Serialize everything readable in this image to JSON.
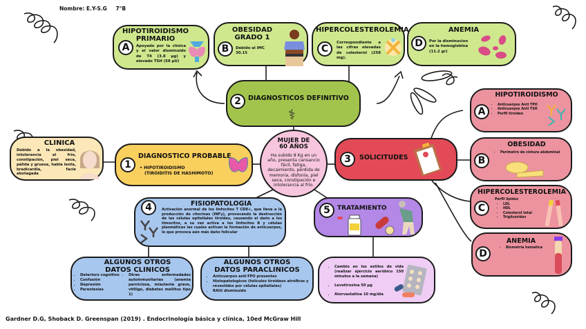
{
  "header": {
    "name_label": "Nombre: E.Y-S.G",
    "grade": "7°B"
  },
  "center": {
    "title_line1": "MUJER DE",
    "title_line2": "60 AÑOS",
    "text": "Ha subido 8 Kg en un año, presenta cansancio fácil, fatiga, decaimiento, pérdida de memoria, disfonía, piel seca, constipación e intolerancia al frío."
  },
  "clinica": {
    "title": "CLINICA",
    "text": "Debido a la obesidad, intolerancia al frío, constipación, piel seca, pálida y gruesa, habla lenta, bradicardia, facie abotagada"
  },
  "dx_probable": {
    "number": "1",
    "title": "DIAGNOSTICO PROBABLE",
    "item_line1": "HIPOTIROIDISMO",
    "item_line2": "(TIROIDITIS DE HASHIMOTO)"
  },
  "dx_definitivo": {
    "number": "2",
    "title": "DIAGNOSTICOS DEFINITIVO",
    "items": [
      {
        "letter": "A",
        "title_line1": "HIPOTIROIDISMO",
        "title_line2": "PRIMARIO",
        "text": "Apoyado por la clínica y el valor disminuido de T4 (3.8 µg) y elevado TSH (58 µU)"
      },
      {
        "letter": "B",
        "title_line1": "OBESIDAD",
        "title_line2": "GRADO 1",
        "text": "Debido al IMC 30.15"
      },
      {
        "letter": "C",
        "title_line1": "HIPERCOLESTEROLEMIA",
        "title_line2": "",
        "text": "Correspondiente a las cifras elevadas de colesterol (258 mg)."
      },
      {
        "letter": "D",
        "title_line1": "ANEMIA",
        "title_line2": "",
        "text": "Por la disminucion en la hemoglobina (11.2 gr)"
      }
    ]
  },
  "solicitudes": {
    "number": "3",
    "title": "SOLICITUDES",
    "items": [
      {
        "letter": "A",
        "title": "HIPOTIROIDISMO",
        "bullets": [
          "Anticuerpos Anti TPO",
          "Anticuerpos Anti TSH",
          "Perfil tiroideo"
        ]
      },
      {
        "letter": "B",
        "title": "OBESIDAD",
        "bullets": [
          "Perímetro de cintura abdominal"
        ]
      },
      {
        "letter": "C",
        "title": "HIPERCOLESTEROLEMIA",
        "subtitle": "Perfil lípidos",
        "bullets": [
          "LDL",
          "HDL",
          "Colesterol total",
          "Triglicéridos"
        ]
      },
      {
        "letter": "D",
        "title": "ANEMIA",
        "bullets": [
          "Biometría hematica"
        ]
      }
    ]
  },
  "fisiopatologia": {
    "number": "4",
    "title": "FISIOPATOLOGIA",
    "text": "Activación anormal de los linfocitos T CD8+, que lleva a la producción de citocinas (INFγ), provocando la destrucción de las células epiteliales tiroides, causando el daño a los timocitos, a su vez activa a los linfocitos B y células plasmáticas las cuales activan la formación de anticuerpos, lo que provoca aún más daño folicular"
  },
  "otros_clinicos": {
    "title_line1": "ALGUNOS OTROS",
    "title_line2": "DATOS CLINICOS",
    "col1": [
      "Deterioro cognitivo",
      "Confusión",
      "Depresión",
      "Parestesias"
    ],
    "col2": "Otras enfermedades autoinmunitarias (anemia perniciosa, miastenia grave, vitiligo, diabetes mellitus tipo 1)"
  },
  "otros_paraclinicos": {
    "title_line1": "ALGUNOS OTROS",
    "title_line2": "DATOS PARACLINICOS",
    "bullets": [
      "Anticuerpos anti-TPO presentes",
      "Histopatologicos (folículos tiroideos atróficos y revestidos por células epiteliales)",
      "RAIU disminuido"
    ]
  },
  "tratamiento": {
    "number": "5",
    "title": "TRATAMIENTO",
    "bullets": [
      "Cambio en los estilos de vida (realizar ejercicio aeróbico 150 minutos a la semana)",
      "Levotiroxina 50 µg",
      "Atorvastatina 10 mg/día"
    ]
  },
  "footer": {
    "citation": "Gardner D.G, Shoback D. Greenspan (2019) . Endocrinología básica y clínica, 10ed McGraw Hill"
  },
  "colors": {
    "light_green": "#cfe88e",
    "dark_green": "#a3c44c",
    "yellow": "#f9cf5e",
    "pink": "#ec939f",
    "red": "#e24a57",
    "blue": "#a8c7ee",
    "purple": "#b388e6",
    "light_purple": "#efcdf5",
    "center_pink": "#f7c6de"
  }
}
